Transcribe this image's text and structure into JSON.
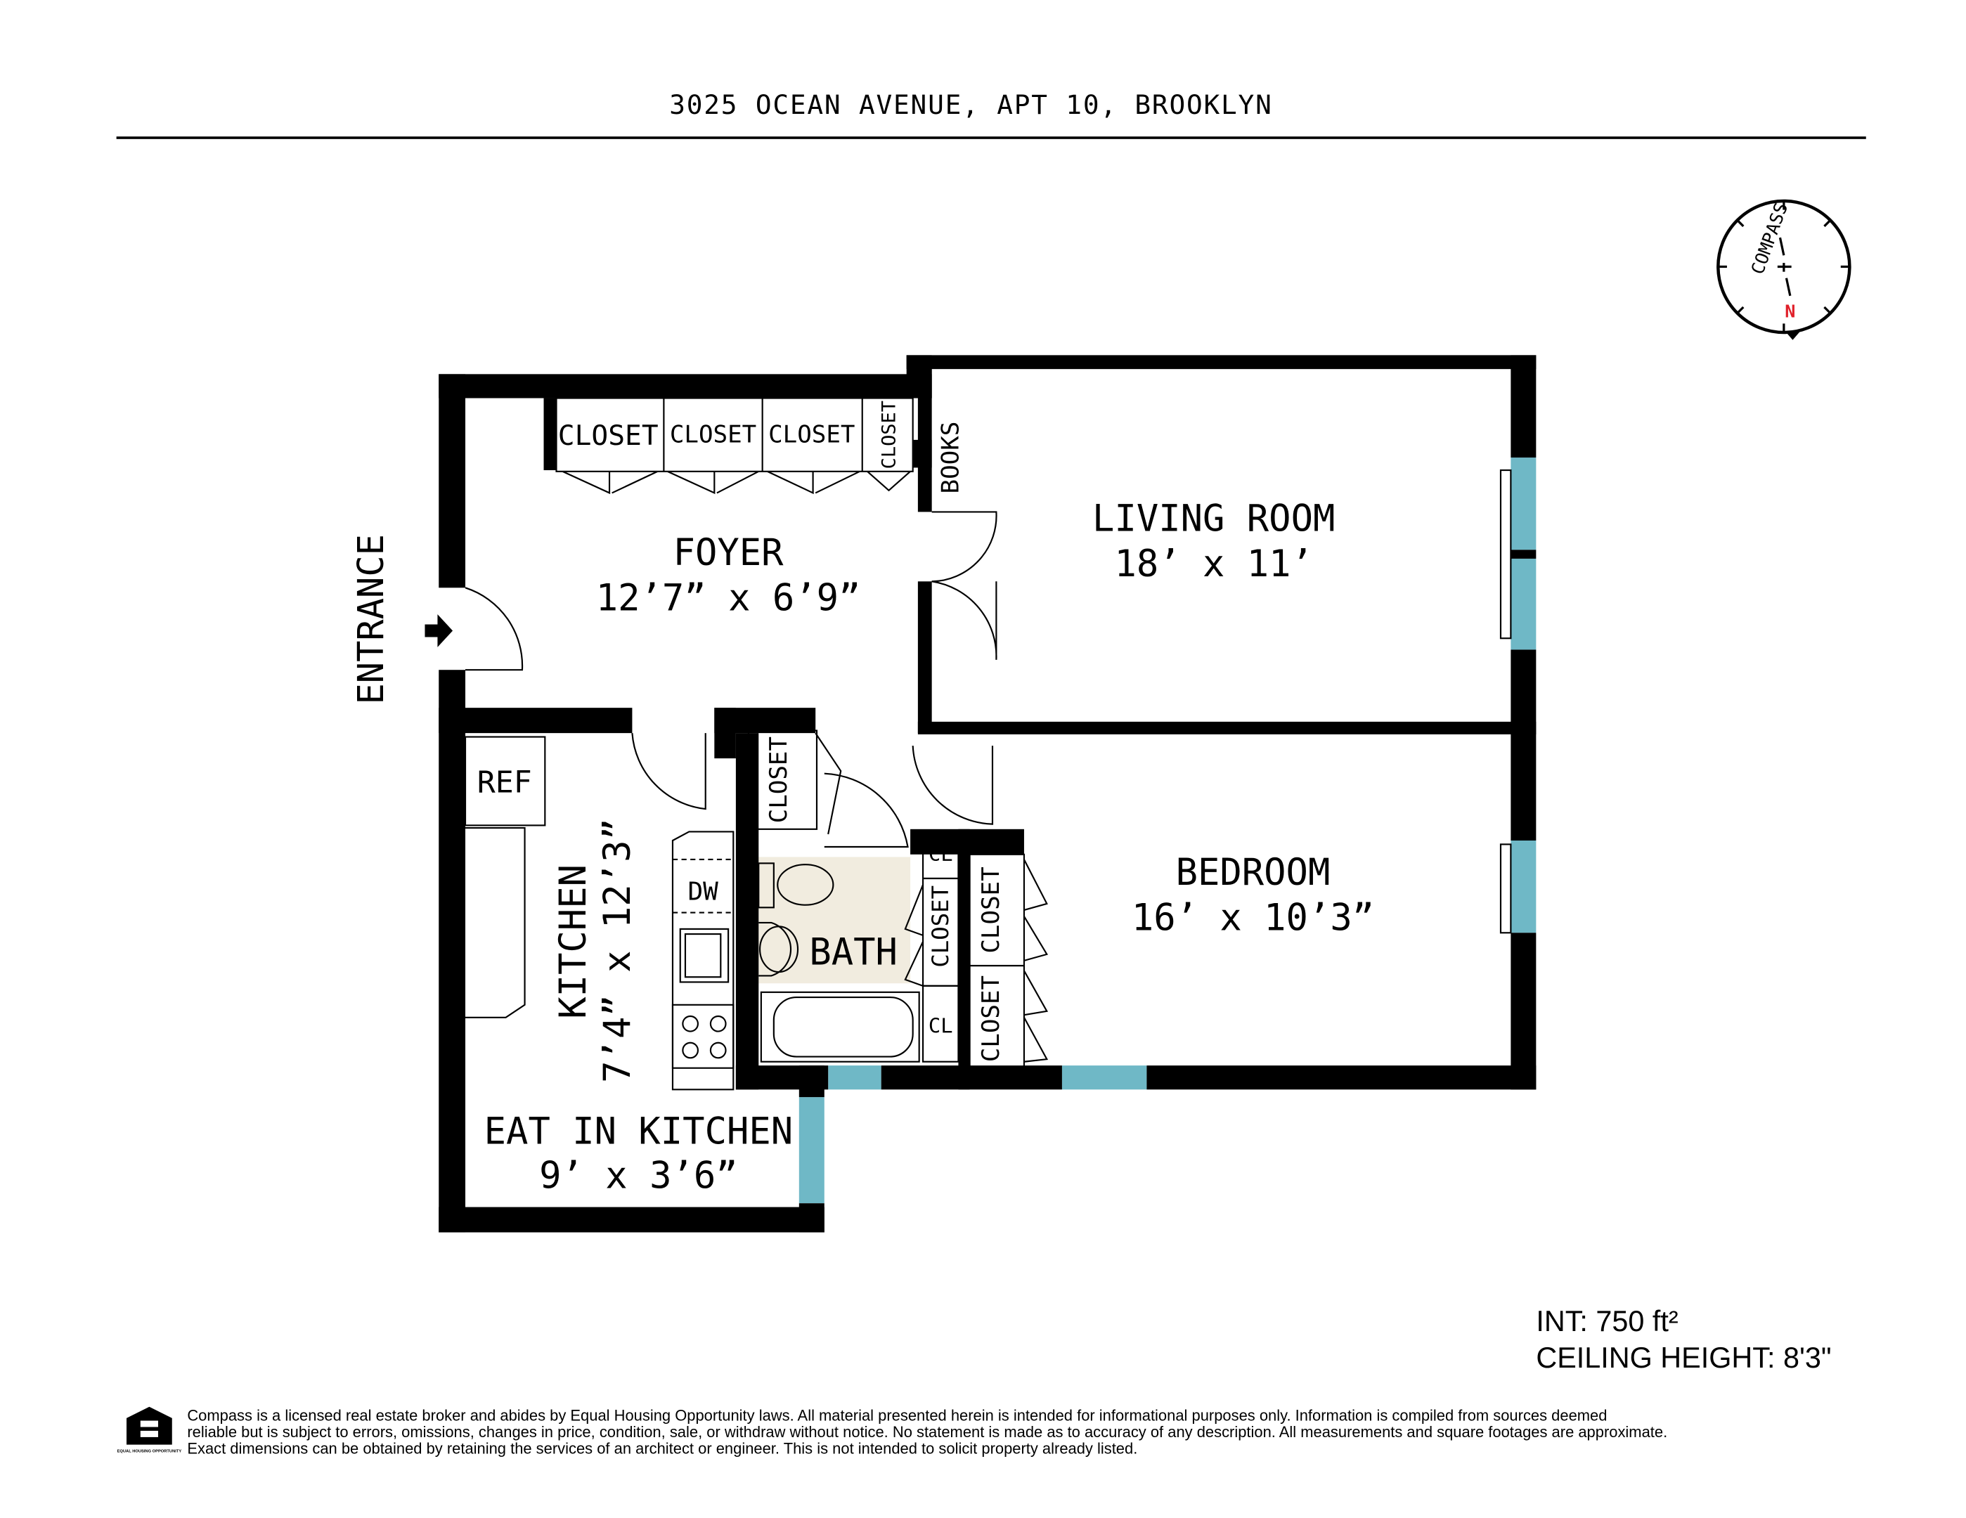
{
  "header": {
    "title": "3025 OCEAN AVENUE, APT 10, BROOKLYN"
  },
  "compass": {
    "label": "COMPASS",
    "north": "N",
    "north_color": "#e0202a"
  },
  "colors": {
    "wall": "#000000",
    "window": "#6fb8c6",
    "bath_tile": "#f1ecdf"
  },
  "entrance": {
    "label": "ENTRANCE",
    "icon": "arrow-right-icon"
  },
  "rooms": {
    "foyer": {
      "name": "FOYER",
      "dims": "12’7” x 6’9”"
    },
    "living": {
      "name": "LIVING ROOM",
      "dims": "18’ x 11’"
    },
    "bedroom": {
      "name": "BEDROOM",
      "dims": "16’ x 10’3”"
    },
    "kitchen": {
      "name": "KITCHEN",
      "dims": "7’4” x 12’3”"
    },
    "eat_in": {
      "name": "EAT IN KITCHEN",
      "dims": "9’ x 3’6”"
    },
    "bath": {
      "name": "BATH"
    }
  },
  "fixtures": {
    "closet": "CLOSET",
    "cl": "CL",
    "books": "BOOKS",
    "ref": "REF",
    "dw": "DW"
  },
  "stats": {
    "interior": "INT: 750 ft²",
    "ceiling": "CEILING HEIGHT: 8'3\""
  },
  "footer": {
    "logo_text": "EQUAL HOUSING OPPORTUNITY",
    "disclaimer_1": "Compass is a licensed real estate broker and abides by Equal Housing Opportunity laws. All material presented herein is intended for informational purposes only. Information is compiled from sources deemed",
    "disclaimer_2": "reliable but is subject to errors, omissions, changes in price, condition, sale, or withdraw without notice. No statement is made as to accuracy of any description. All measurements and square footages are approximate.",
    "disclaimer_3": "Exact dimensions can be obtained by retaining the services of an architect or engineer. This is not intended to solicit property already listed."
  }
}
